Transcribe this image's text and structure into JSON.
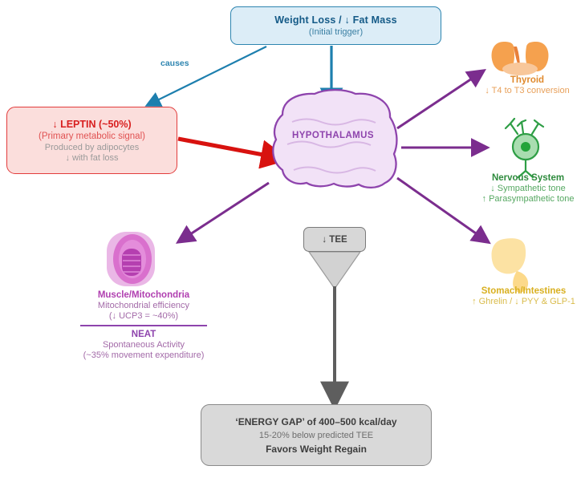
{
  "colors": {
    "blue": "#2e85b0",
    "blue_fill": "#dcedf7",
    "red": "#d81f1f",
    "red_fill": "#fbdedc",
    "purple": "#7b2d8e",
    "hypo_fill": "#f2e2f7",
    "gray_fill": "#d9d9d9",
    "thyroid": "#e08a2e",
    "nerve": "#2e8b3d",
    "gut": "#d9b020",
    "muscle": "#b03fb0"
  },
  "trigger": {
    "title": "Weight Loss / ↓ Fat Mass",
    "subtitle": "(Initial trigger)"
  },
  "edge_labels": {
    "causes": "causes"
  },
  "leptin": {
    "line1": "↓ LEPTIN (~50%)",
    "line2": "(Primary metabolic signal)",
    "line3": "Produced by adipocytes",
    "line4": "↓ with fat loss"
  },
  "hypothalamus": {
    "label": "HYPOTHALAMUS"
  },
  "organs": [
    {
      "id": "thyroid",
      "icon": "thyroid-gland-icon",
      "title": "Thyroid",
      "sub": "↓ T4 to T3 conversion"
    },
    {
      "id": "nervous-system",
      "icon": "neuron-icon",
      "title": "Nervous System",
      "sub1": "↓ Sympathetic tone",
      "sub2": "↑ Parasympathetic tone"
    },
    {
      "id": "stomach-intestines",
      "icon": "stomach-icon",
      "title": "Stomach/Intestines",
      "sub": "↑ Ghrelin / ↓ PYY & GLP-1"
    },
    {
      "id": "muscle-mitochondria",
      "icon": "mitochondria-cell-icon",
      "title": "Muscle/Mitochondria",
      "sub1": "Mitochondrial efficiency",
      "sub2": "(↓ UCP3 = ~40%)",
      "neat_title": "NEAT",
      "neat_sub1": "Spontaneous Activity",
      "neat_sub2": "(~35% movement expenditure)"
    }
  ],
  "tee": {
    "label": "↓ TEE"
  },
  "energy_gap": {
    "line1": "‘ENERGY GAP’ of 400–500 kcal/day",
    "line2": "15-20% below predicted  TEE",
    "line3": "Favors Weight Regain"
  }
}
